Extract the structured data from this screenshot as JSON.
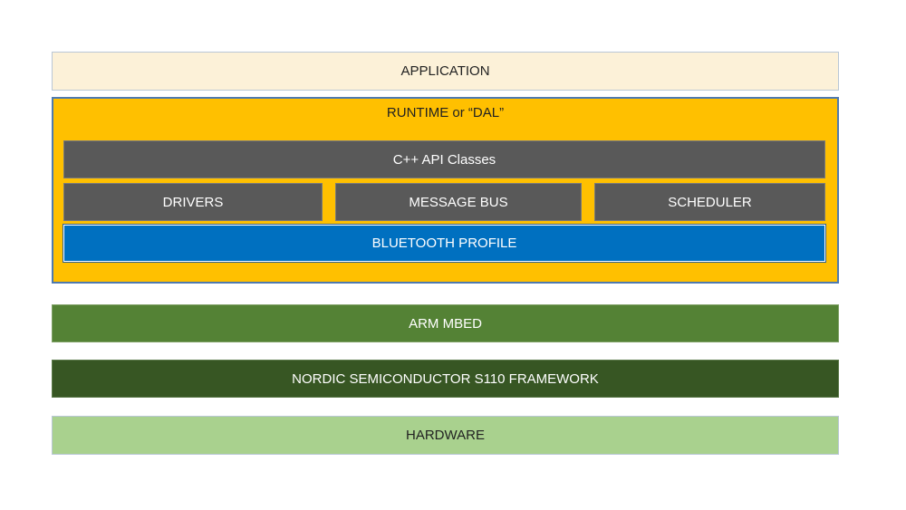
{
  "layers": {
    "application": "APPLICATION",
    "runtime": "RUNTIME or “DAL”",
    "cpp_api": "C++ API Classes",
    "drivers": "DRIVERS",
    "message_bus": "MESSAGE BUS",
    "scheduler": "SCHEDULER",
    "bluetooth": "BLUETOOTH PROFILE",
    "arm_mbed": "ARM MBED",
    "nordic": "NORDIC SEMICONDUCTOR S110 FRAMEWORK",
    "hardware": "HARDWARE"
  },
  "colors": {
    "application": "#fcf1d8",
    "runtime": "#ffc000",
    "runtime_components": "#595959",
    "bluetooth": "#0070c0",
    "arm_mbed": "#548235",
    "nordic": "#375623",
    "hardware": "#a9d18e"
  }
}
